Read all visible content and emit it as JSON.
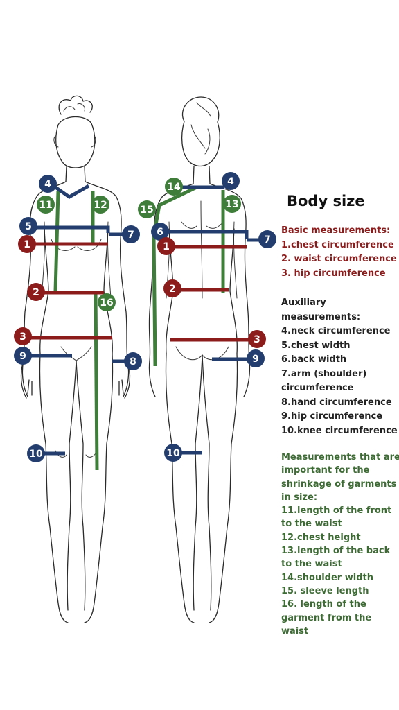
{
  "title": "Body size",
  "colors": {
    "basic": "#8c1c1c",
    "auxiliary": "#223d6e",
    "shrinkage": "#3e7d3a",
    "outline": "#2a2a2a"
  },
  "legend": {
    "basic": {
      "heading": "Basic measurements:",
      "items": [
        "1.chest circumference",
        "2. waist circumference",
        "3. hip circumference"
      ]
    },
    "auxiliary": {
      "heading": "Auxiliary measurements:",
      "items": [
        "4.neck circumference",
        "5.chest width",
        "6.back width",
        "7.arm (shoulder) circumference",
        "8.hand circumference",
        "9.hip circumference",
        "10.knee circumference"
      ]
    },
    "shrinkage": {
      "heading": "Measurements that are important for the shrinkage of garments in size:",
      "items": [
        "11.length of the front to the waist",
        "12.chest height",
        "13.length of the back to the waist",
        "14.shoulder width",
        "15. sleeve length",
        "16. length of the garment from the waist"
      ]
    }
  },
  "badges": {
    "front": [
      "4",
      "11",
      "12",
      "5",
      "7",
      "1",
      "2",
      "16",
      "3",
      "9",
      "8",
      "10"
    ],
    "back": [
      "14",
      "4",
      "15",
      "13",
      "6",
      "7",
      "1",
      "2",
      "3",
      "9",
      "10"
    ]
  }
}
